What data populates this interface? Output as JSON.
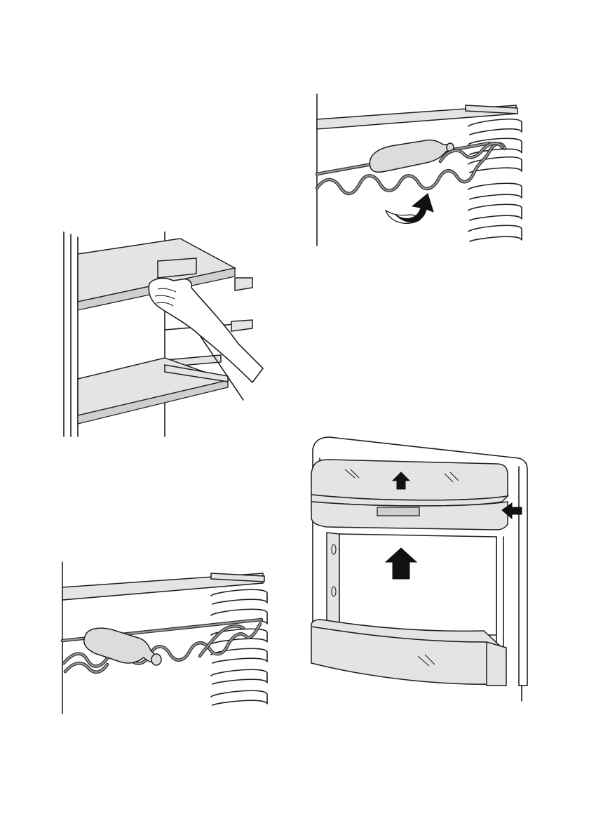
{
  "page": {
    "background": "#ffffff",
    "line_color": "#1e1e1e",
    "glass_color": "#e4e4e4"
  },
  "illustrations": [
    {
      "id": "shelf-removal",
      "icon": "hand-lifting-glass-shelf"
    },
    {
      "id": "bottle-rack-tilted",
      "icon": "wine-bottle-rack-with-arrow"
    },
    {
      "id": "bottle-rack-flat",
      "icon": "wine-bottle-rack"
    },
    {
      "id": "door-balcony-removal",
      "icon": "door-balcony-with-up-arrows"
    }
  ]
}
